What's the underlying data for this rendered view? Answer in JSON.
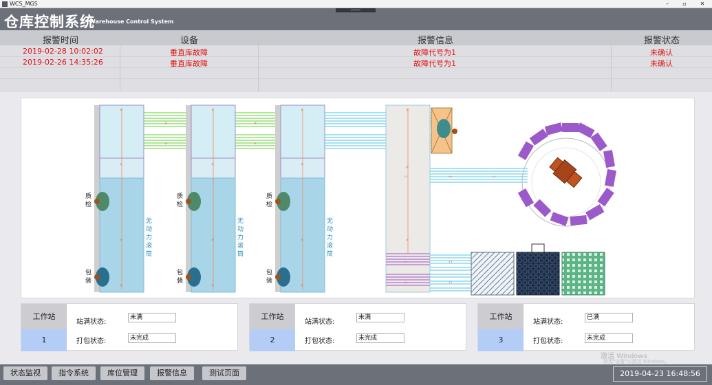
{
  "window": {
    "title": "WCS_MGS",
    "minimize": "–",
    "restore": "▫",
    "close": "✕"
  },
  "header": {
    "title": "仓库控制系统",
    "subtitle": "Warehouse Control System"
  },
  "alarm": {
    "columns": [
      "报警时间",
      "设备",
      "报警信息",
      "报警状态"
    ],
    "rows": [
      [
        "2019-02-28 10:02:02",
        "垂直库故障",
        "故障代号为1",
        "未确认"
      ],
      [
        "2019-02-26 14:35:26",
        "垂直库故障",
        "故障代号为1",
        "未确认"
      ]
    ]
  },
  "layout": {
    "qc_label": "质检",
    "pack_label": "包装",
    "roller_label": "无动力滚筒"
  },
  "stations": [
    {
      "title": "工作站",
      "number": "1",
      "full_label": "站满状态:",
      "full_value": "未满",
      "pack_label": "打包状态:",
      "pack_value": "未完成"
    },
    {
      "title": "工作站",
      "number": "2",
      "full_label": "站满状态:",
      "full_value": "未满",
      "pack_label": "打包状态:",
      "pack_value": "未完成"
    },
    {
      "title": "工作站",
      "number": "3",
      "full_label": "站满状态:",
      "full_value": "已满",
      "pack_label": "打包状态:",
      "pack_value": "未完成"
    }
  ],
  "nav": {
    "items": [
      "状态监视",
      "指令系统",
      "库位管理",
      "报警信息",
      "测试页面"
    ],
    "clock": "2019-04-23 16:48:56"
  },
  "watermark": {
    "line1": "激活 Windows",
    "line2": "转到\"设置\"以激活 Windows。"
  },
  "colors": {
    "header": "#6c7079",
    "alarm_text": "#e01414",
    "conveyor_green": "#7ed957",
    "conveyor_cyan": "#4fc3e8",
    "arrow": "#f06a35",
    "robot_slot": "#9b59c9"
  }
}
